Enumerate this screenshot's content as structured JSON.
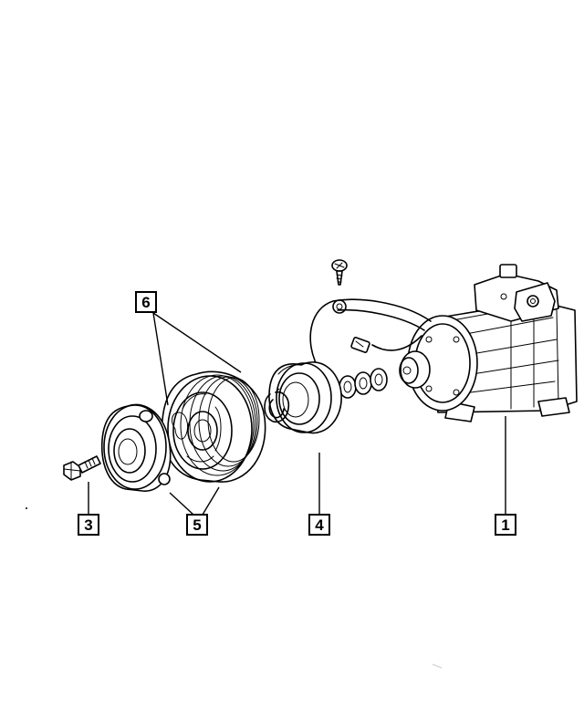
{
  "callouts": {
    "c1": "1",
    "c3": "3",
    "c4": "4",
    "c5": "5",
    "c6": "6"
  },
  "parts": [
    "compressor-icon",
    "field-coil-icon",
    "shim-washers-icon",
    "snap-ring-icon",
    "pulley-icon",
    "clutch-plate-icon",
    "bolt-icon",
    "screw-icon",
    "wire-harness-icon"
  ]
}
